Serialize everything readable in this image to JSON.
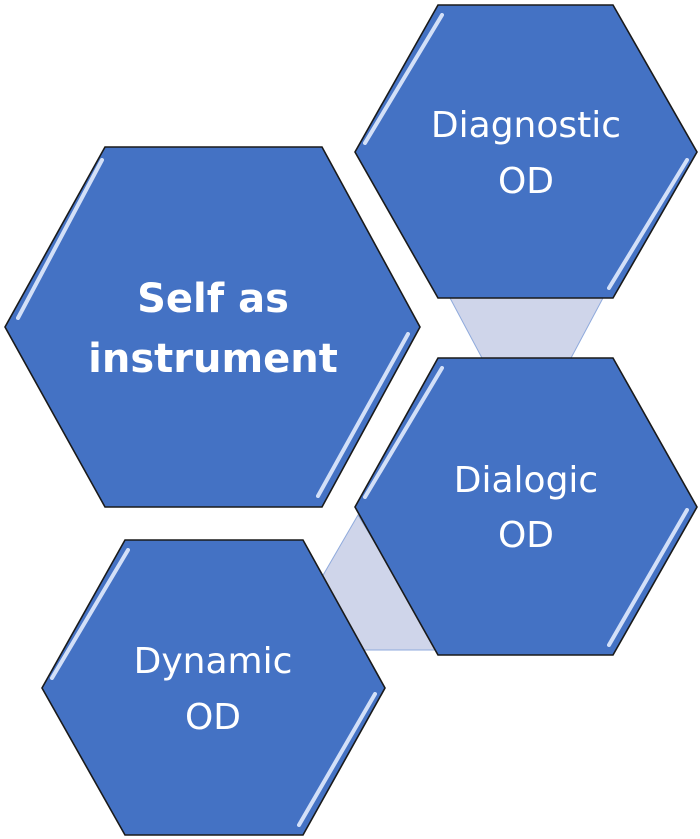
{
  "diagram": {
    "center": {
      "line1": "Self as",
      "line2": "instrument"
    },
    "nodes": [
      {
        "line1": "Diagnostic",
        "line2": "OD"
      },
      {
        "line1": "Dialogic",
        "line2": "OD"
      },
      {
        "line1": "Dynamic",
        "line2": "OD"
      }
    ]
  },
  "colors": {
    "hex_fill": "#4472c4",
    "connector_fill": "#cfd5ea"
  }
}
